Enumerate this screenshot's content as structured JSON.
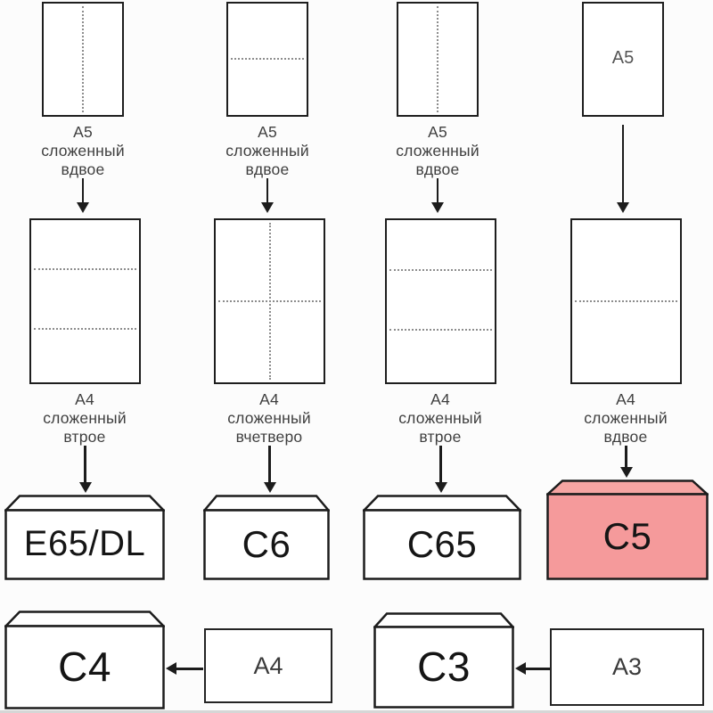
{
  "palette": {
    "background": "#fcfcfc",
    "line": "#1c1c1c",
    "fold_line": "#8d8d8d",
    "caption_text": "#3f3f3f",
    "sheet_inner_text": "#555555",
    "envelope_text": "#151515",
    "highlight_fill": "#f59a9b",
    "highlight_flap_fill": "#f6a5a3"
  },
  "columns": [
    {
      "top_sheet": {
        "format": "А5",
        "fold_lines": "vertical-center",
        "inner_label": ""
      },
      "top_caption": {
        "line1": "А5",
        "line2": "сложенный",
        "line3": "вдвое"
      },
      "middle_sheet": {
        "format": "А4",
        "fold_lines": "two-horizontal-thirds"
      },
      "middle_caption": {
        "line1": "А4",
        "line2": "сложенный",
        "line3": "втрое"
      },
      "envelope": {
        "label": "E65/DL",
        "highlighted": false
      }
    },
    {
      "top_sheet": {
        "format": "А5",
        "fold_lines": "horizontal-center",
        "inner_label": ""
      },
      "top_caption": {
        "line1": "А5",
        "line2": "сложенный",
        "line3": "вдвое"
      },
      "middle_sheet": {
        "format": "А4",
        "fold_lines": "cross-center"
      },
      "middle_caption": {
        "line1": "А4",
        "line2": "сложенный",
        "line3": "вчетверо"
      },
      "envelope": {
        "label": "C6",
        "highlighted": false
      }
    },
    {
      "top_sheet": {
        "format": "А5",
        "fold_lines": "vertical-center",
        "inner_label": ""
      },
      "top_caption": {
        "line1": "А5",
        "line2": "сложенный",
        "line3": "вдвое"
      },
      "middle_sheet": {
        "format": "А4",
        "fold_lines": "two-horizontal-thirds"
      },
      "middle_caption": {
        "line1": "А4",
        "line2": "сложенный",
        "line3": "втрое"
      },
      "envelope": {
        "label": "C65",
        "highlighted": false
      }
    },
    {
      "top_sheet": {
        "format": "А5",
        "fold_lines": "none",
        "inner_label": "А5"
      },
      "middle_sheet": {
        "format": "А4",
        "fold_lines": "horizontal-center"
      },
      "middle_caption": {
        "line1": "А4",
        "line2": "сложенный",
        "line3": "вдвое"
      },
      "envelope": {
        "label": "C5",
        "highlighted": true
      }
    }
  ],
  "bottom_row": [
    {
      "envelope_label": "C4",
      "source_label": "А4"
    },
    {
      "envelope_label": "C3",
      "source_label": "А3"
    }
  ]
}
